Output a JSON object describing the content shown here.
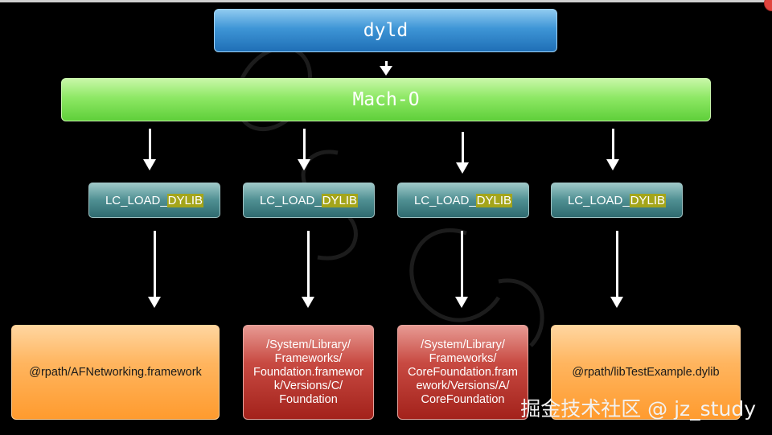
{
  "nodes": {
    "dyld": "dyld",
    "macho": "Mach-O",
    "load_commands": [
      {
        "prefix": "LC_LOAD_",
        "highlight": "DYLIB"
      },
      {
        "prefix": "LC_LOAD_",
        "highlight": "DYLIB"
      },
      {
        "prefix": "LC_LOAD_",
        "highlight": "DYLIB"
      },
      {
        "prefix": "LC_LOAD_",
        "highlight": "DYLIB"
      }
    ],
    "targets": [
      {
        "lines": [
          "@rpath/AFNetworking.framework"
        ]
      },
      {
        "lines": [
          "/System/Library/",
          "Frameworks/",
          "Foundation.framewor",
          "k/Versions/C/",
          "Foundation"
        ]
      },
      {
        "lines": [
          "/System/Library/",
          "Frameworks/",
          "CoreFoundation.fram",
          "ework/Versions/A/",
          "CoreFoundation"
        ]
      },
      {
        "lines": [
          "@rpath/libTestExample.dylib"
        ]
      }
    ]
  },
  "watermark": "掘金技术社区 @ jz_study",
  "colors": {
    "background": "#000000",
    "dyld": "#3e95d6",
    "macho": "#8ee865",
    "load_command": "#4f8f92",
    "highlight": "#a4a51a",
    "target_orange": "#ff9b2e",
    "target_red": "#a3221b"
  }
}
